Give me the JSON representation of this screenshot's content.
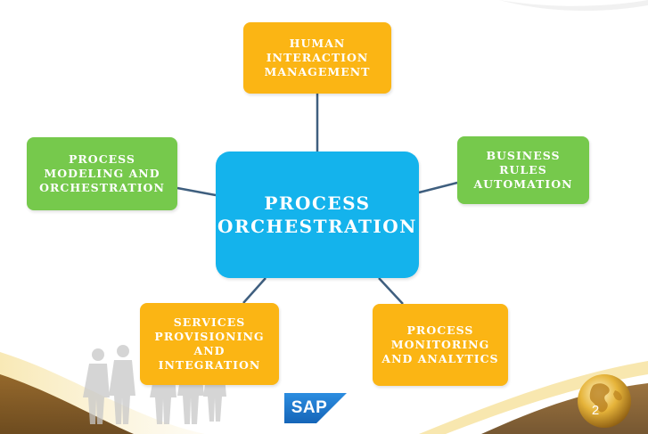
{
  "diagram": {
    "center": {
      "label": "PROCESS\nORCHESTRATION",
      "color": "#14b3ec"
    },
    "nodes": [
      {
        "id": "human-interaction",
        "label": "HUMAN\nINTERACTION\nMANAGEMENT",
        "color": "#fbb514"
      },
      {
        "id": "process-modeling",
        "label": "PROCESS\nMODELING AND\nORCHESTRATION",
        "color": "#76c94c"
      },
      {
        "id": "business-rules",
        "label": "BUSINESS\nRULES\nAUTOMATION",
        "color": "#76c94c"
      },
      {
        "id": "services-provisioning",
        "label": "SERVICES\nPROVISIONING\nAND\nINTEGRATION",
        "color": "#fbb514"
      },
      {
        "id": "process-monitoring",
        "label": "PROCESS\nMONITORING\nAND ANALYTICS",
        "color": "#fbb514"
      }
    ],
    "edges": [
      {
        "from": "center",
        "to": "human-interaction"
      },
      {
        "from": "center",
        "to": "process-modeling"
      },
      {
        "from": "center",
        "to": "business-rules"
      },
      {
        "from": "center",
        "to": "services-provisioning"
      },
      {
        "from": "center",
        "to": "process-monitoring"
      }
    ],
    "connector_color": "#3f5f7f"
  },
  "branding": {
    "logo_text": "SAP",
    "logo_color": "#1a75c9"
  },
  "slide": {
    "page_number": "2"
  }
}
